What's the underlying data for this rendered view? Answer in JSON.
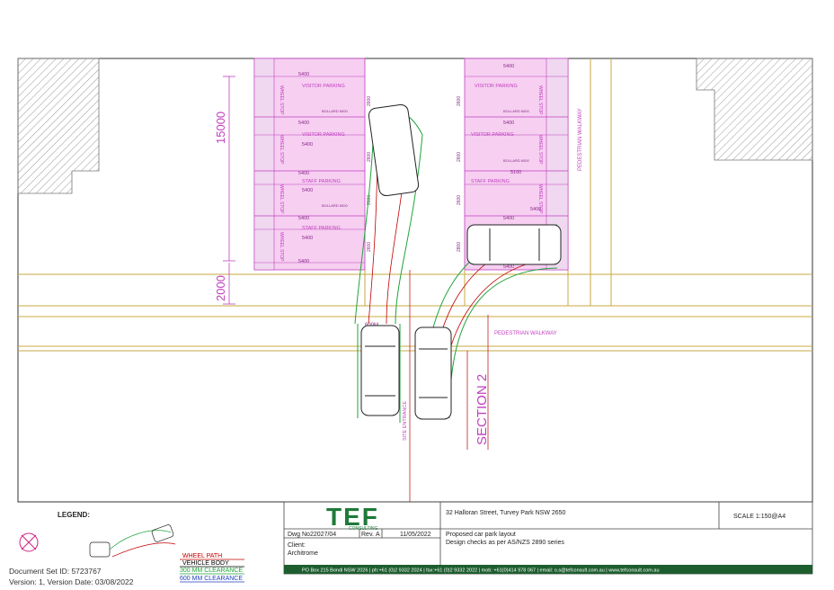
{
  "drawing": {
    "parking_left": {
      "dims": [
        "5400",
        "5400",
        "5400",
        "5400",
        "5400",
        "5400",
        "5400",
        "5400"
      ],
      "wheel_stop": "WHEEL STOP",
      "bollard": "BOLLARD 6000",
      "bays": [
        {
          "label": "VISITOR PARKING"
        },
        {
          "label": "VISITOR PARKING"
        },
        {
          "label": "STAFF PARKING"
        },
        {
          "label": "STAFF PARKING"
        }
      ]
    },
    "parking_right": {
      "dims": [
        "5400",
        "5400",
        "5100",
        "5400",
        "5400",
        "5400",
        "5400"
      ],
      "bays": [
        {
          "label": "VISITOR PARKING"
        },
        {
          "label": "VISITOR PARKING"
        },
        {
          "label": "STAFF PARKING"
        }
      ]
    },
    "dim_vertical_a": "15000",
    "dim_vertical_b": "2000",
    "aisle_dims": [
      "2600",
      "2600",
      "2600",
      "2600",
      "2600",
      "2600",
      "2600",
      "2800"
    ],
    "walkway_vertical": "PEDESTRIAN WALKWAY",
    "walkway_horizontal": "PEDESTRIAN WALKWAY",
    "site_entrance": "SITE ENTRANCE",
    "section": "SECTION 2",
    "tag_600": "600M"
  },
  "legend": {
    "title": "LEGEND:",
    "items": [
      {
        "label": "WHEEL PATH",
        "color": "#c00000"
      },
      {
        "label": "VEHICLE BODY",
        "color": "#000000"
      },
      {
        "label": "300 MM CLEARANCE",
        "color": "#1fa33a"
      },
      {
        "label": "600 MM CLEARANCE",
        "color": "#1f3fc0"
      }
    ]
  },
  "title_block": {
    "address": "32 Halloran Street, Turvey Park NSW 2650",
    "scale": "SCALE 1:150@A4",
    "dwg_label": "Dwg No",
    "dwg_no": "22027/04",
    "rev_label": "Rev.",
    "rev": "A",
    "date": "11/05/2022",
    "client_label": "Client:",
    "client": "Architrome",
    "description_1": "Proposed car park layout",
    "description_2": "Design checks as per AS/NZS 2890 series",
    "logo_main": "TEF",
    "logo_sub": "CONSULTING",
    "footer": "PO Box 215 Bondi NSW 2026 | ph:+61 (0)2 9332 2024 | fax:+61 (0)2 9332 2022 | mob: +61(0)414 978 067 | email: o.s@tefconsult.com.au | www.tefconsult.com.au"
  },
  "doc_meta": {
    "set_id": "Document Set ID: 5723767",
    "version": "Version: 1, Version Date: 03/08/2022"
  },
  "colors": {
    "parking_fill": "#f6cff1",
    "magenta": "#c040c0",
    "road": "#c8aa40",
    "wheel_path": "#c00000",
    "clearance_300": "#1fa33a",
    "footer_bar": "#1d5e2e"
  }
}
